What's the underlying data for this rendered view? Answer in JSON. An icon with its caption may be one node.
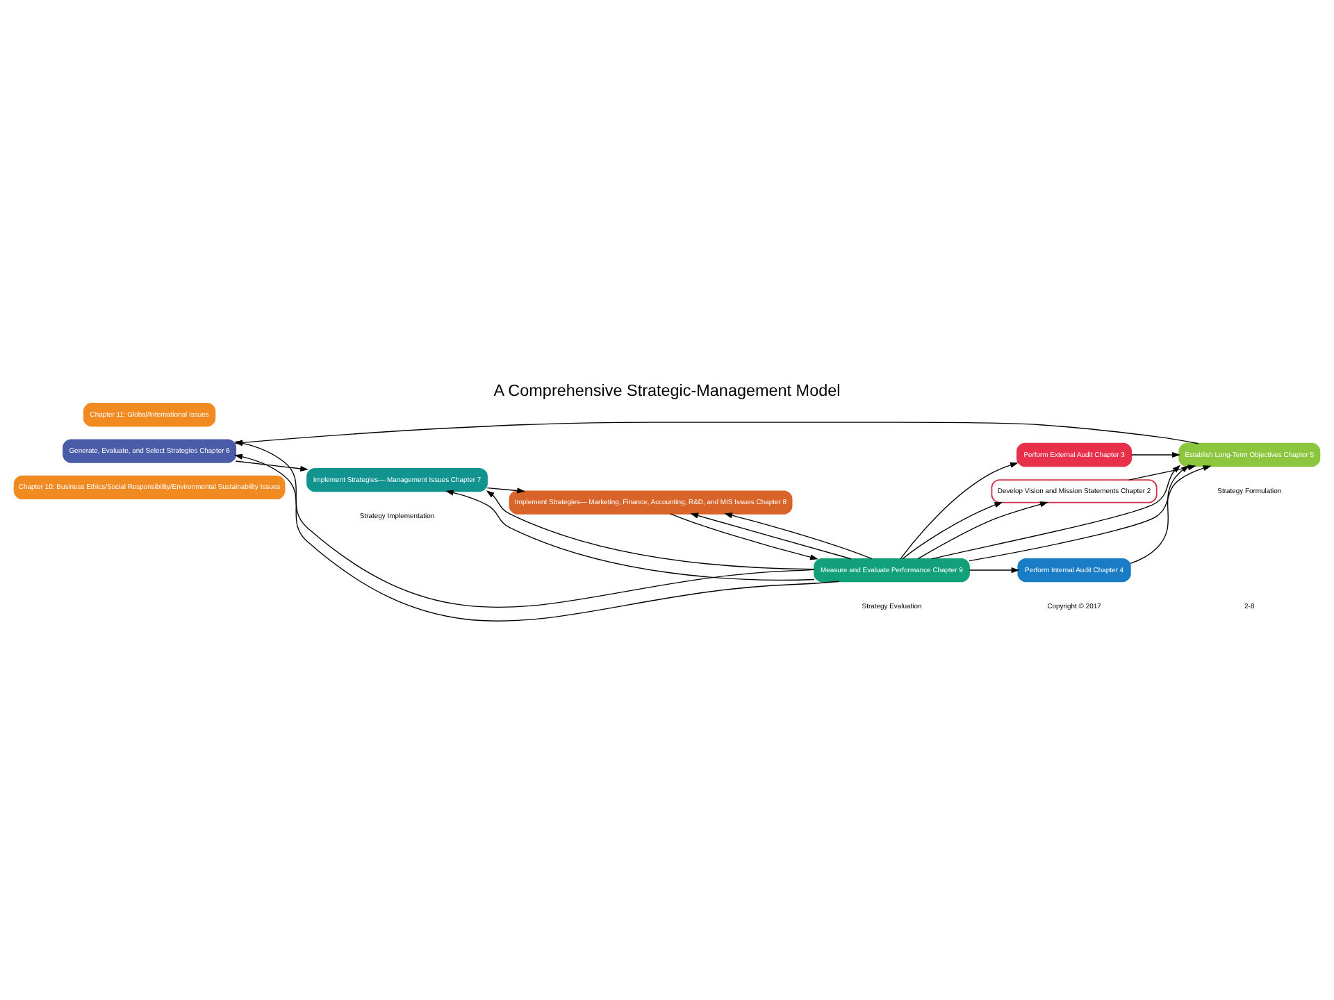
{
  "diagram": {
    "title": "A Comprehensive Strategic-Management Model",
    "nodes": [
      {
        "text": [
          "Chapter 10: Business Ethics/Social Responsibility/Environmental Sustainability Issues"
        ]
      },
      {
        "text": [
          "Perform External Audit Chapter 3"
        ]
      },
      {
        "text": [
          "Develop Vision and Mission Statements Chapter 2"
        ]
      },
      {
        "text": [
          "Establish Long-Term Objectives Chapter 5"
        ]
      },
      {
        "text": [
          "Generate, Evaluate, and Select Strategies Chapter 6"
        ]
      },
      {
        "text": [
          "Implement Strategies— Management Issues Chapter 7"
        ]
      },
      {
        "text": [
          "Implement Strategies— Marketing, Finance, Accounting, R&D, and MIS Issues Chapter 8"
        ]
      },
      {
        "text": [
          "Measure and Evaluate Performance Chapter 9"
        ]
      },
      {
        "text": [
          "Perform Internal Audit Chapter 4"
        ]
      },
      {
        "text": [
          "Chapter 11: Global/International Issues"
        ]
      }
    ],
    "edges": [
      {
        "from": 2,
        "to": 3,
        "arrow": "to"
      },
      {
        "from": 1,
        "to": 3,
        "arrow": "to"
      },
      {
        "from": 8,
        "to": 3,
        "arrow": "to"
      },
      {
        "from": 3,
        "to": 4,
        "arrow": "to"
      },
      {
        "from": 4,
        "to": 5,
        "arrow": "to"
      },
      {
        "from": 5,
        "to": 6,
        "arrow": "to"
      },
      {
        "from": 6,
        "to": 7,
        "arrow": "to"
      },
      {
        "from": 7,
        "to": 2,
        "arrow": "to"
      },
      {
        "from": 7,
        "to": 2,
        "arrow": "to"
      },
      {
        "from": 7,
        "to": 1,
        "arrow": "to"
      },
      {
        "from": 7,
        "to": 3,
        "arrow": "to"
      },
      {
        "from": 7,
        "to": 4,
        "arrow": "to"
      },
      {
        "from": 7,
        "to": 5,
        "arrow": "to"
      },
      {
        "from": 7,
        "to": 6,
        "arrow": "to"
      },
      {
        "from": 7,
        "to": 8,
        "arrow": "to"
      },
      {
        "from": 7,
        "to": 3,
        "arrow": "to"
      },
      {
        "from": 7,
        "to": 4,
        "arrow": "to"
      },
      {
        "from": 7,
        "to": 5,
        "arrow": "to"
      },
      {
        "from": 7,
        "to": 6,
        "arrow": "to"
      }
    ],
    "labels": [
      "Strategy Formulation",
      "Strategy Implementation",
      "Strategy Evaluation",
      "Copyright © 2017",
      "2-8"
    ]
  }
}
